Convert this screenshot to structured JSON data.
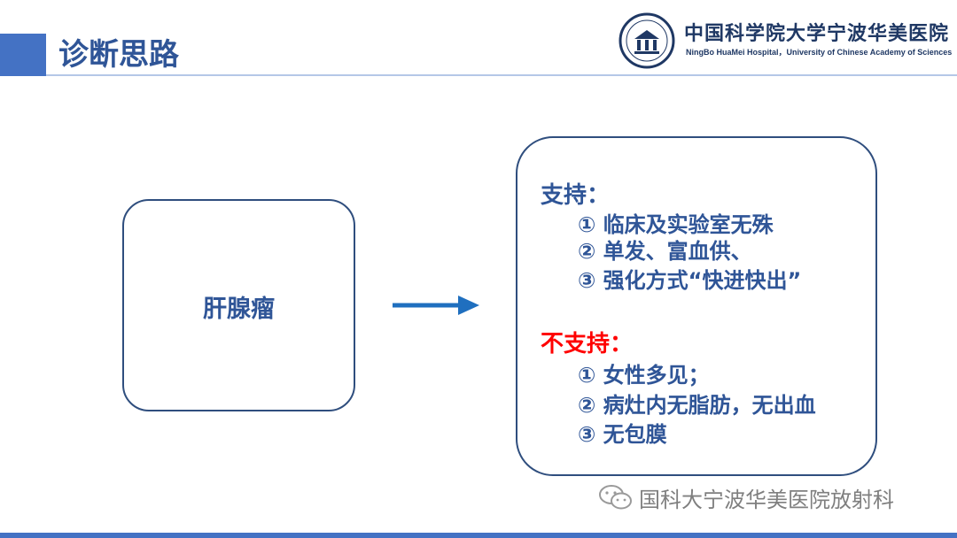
{
  "header": {
    "title": "诊断思路",
    "hospital_cn": "中国科学院大学宁波华美医院",
    "hospital_en": "NingBo HuaMei Hospital，University of Chinese Academy of Sciences",
    "accent_color": "#4472c4"
  },
  "diagram": {
    "source_node": "肝腺瘤",
    "connector": "arrow-right-icon",
    "support": {
      "title": "支持：",
      "items": [
        "① 临床及实验室无殊",
        "② 单发、富血供、",
        "③ 强化方式“快进快出”"
      ]
    },
    "against": {
      "title": "不支持：",
      "items": [
        "① 女性多见；",
        "② 病灶内无脂肪，无出血",
        "③ 无包膜"
      ]
    }
  },
  "watermark": {
    "icon": "wechat-icon",
    "text": "国科大宁波华美医院放射科"
  }
}
